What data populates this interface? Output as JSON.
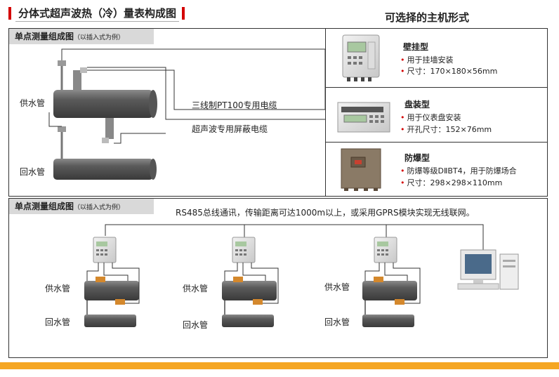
{
  "header": {
    "title": "分体式超声波热（冷）量表构成图",
    "right_title": "可选择的主机形式"
  },
  "top_section": {
    "label": "单点测量组成图",
    "label_note": "（以插入式为例）",
    "supply_pipe": "供水管",
    "return_pipe": "回水管",
    "cable1": "三线制PT100专用电缆",
    "cable2": "超声波专用屏蔽电缆"
  },
  "options": [
    {
      "name": "壁挂型",
      "lines": [
        "用于挂墙安装",
        "尺寸：170×180×56mm"
      ]
    },
    {
      "name": "盘装型",
      "lines": [
        "用于仪表盘安装",
        "开孔尺寸：152×76mm"
      ]
    },
    {
      "name": "防爆型",
      "lines": [
        "防爆等级DⅡBT4，用于防爆场合",
        "尺寸：298×298×110mm"
      ]
    }
  ],
  "bottom_section": {
    "label": "单点测量组成图",
    "label_note": "（以插入式为例）",
    "comm_text": "RS485总线通讯，传输距离可达1000m以上，或采用GPRS模块实现无线联网。",
    "units": [
      {
        "supply": "供水管",
        "return": "回水管"
      },
      {
        "supply": "供水管",
        "return": "回水管"
      },
      {
        "supply": "供水管",
        "return": "回水管"
      }
    ]
  },
  "colors": {
    "accent": "#d40000",
    "footer": "#f5a623",
    "pipe": "#6a6a6a"
  }
}
